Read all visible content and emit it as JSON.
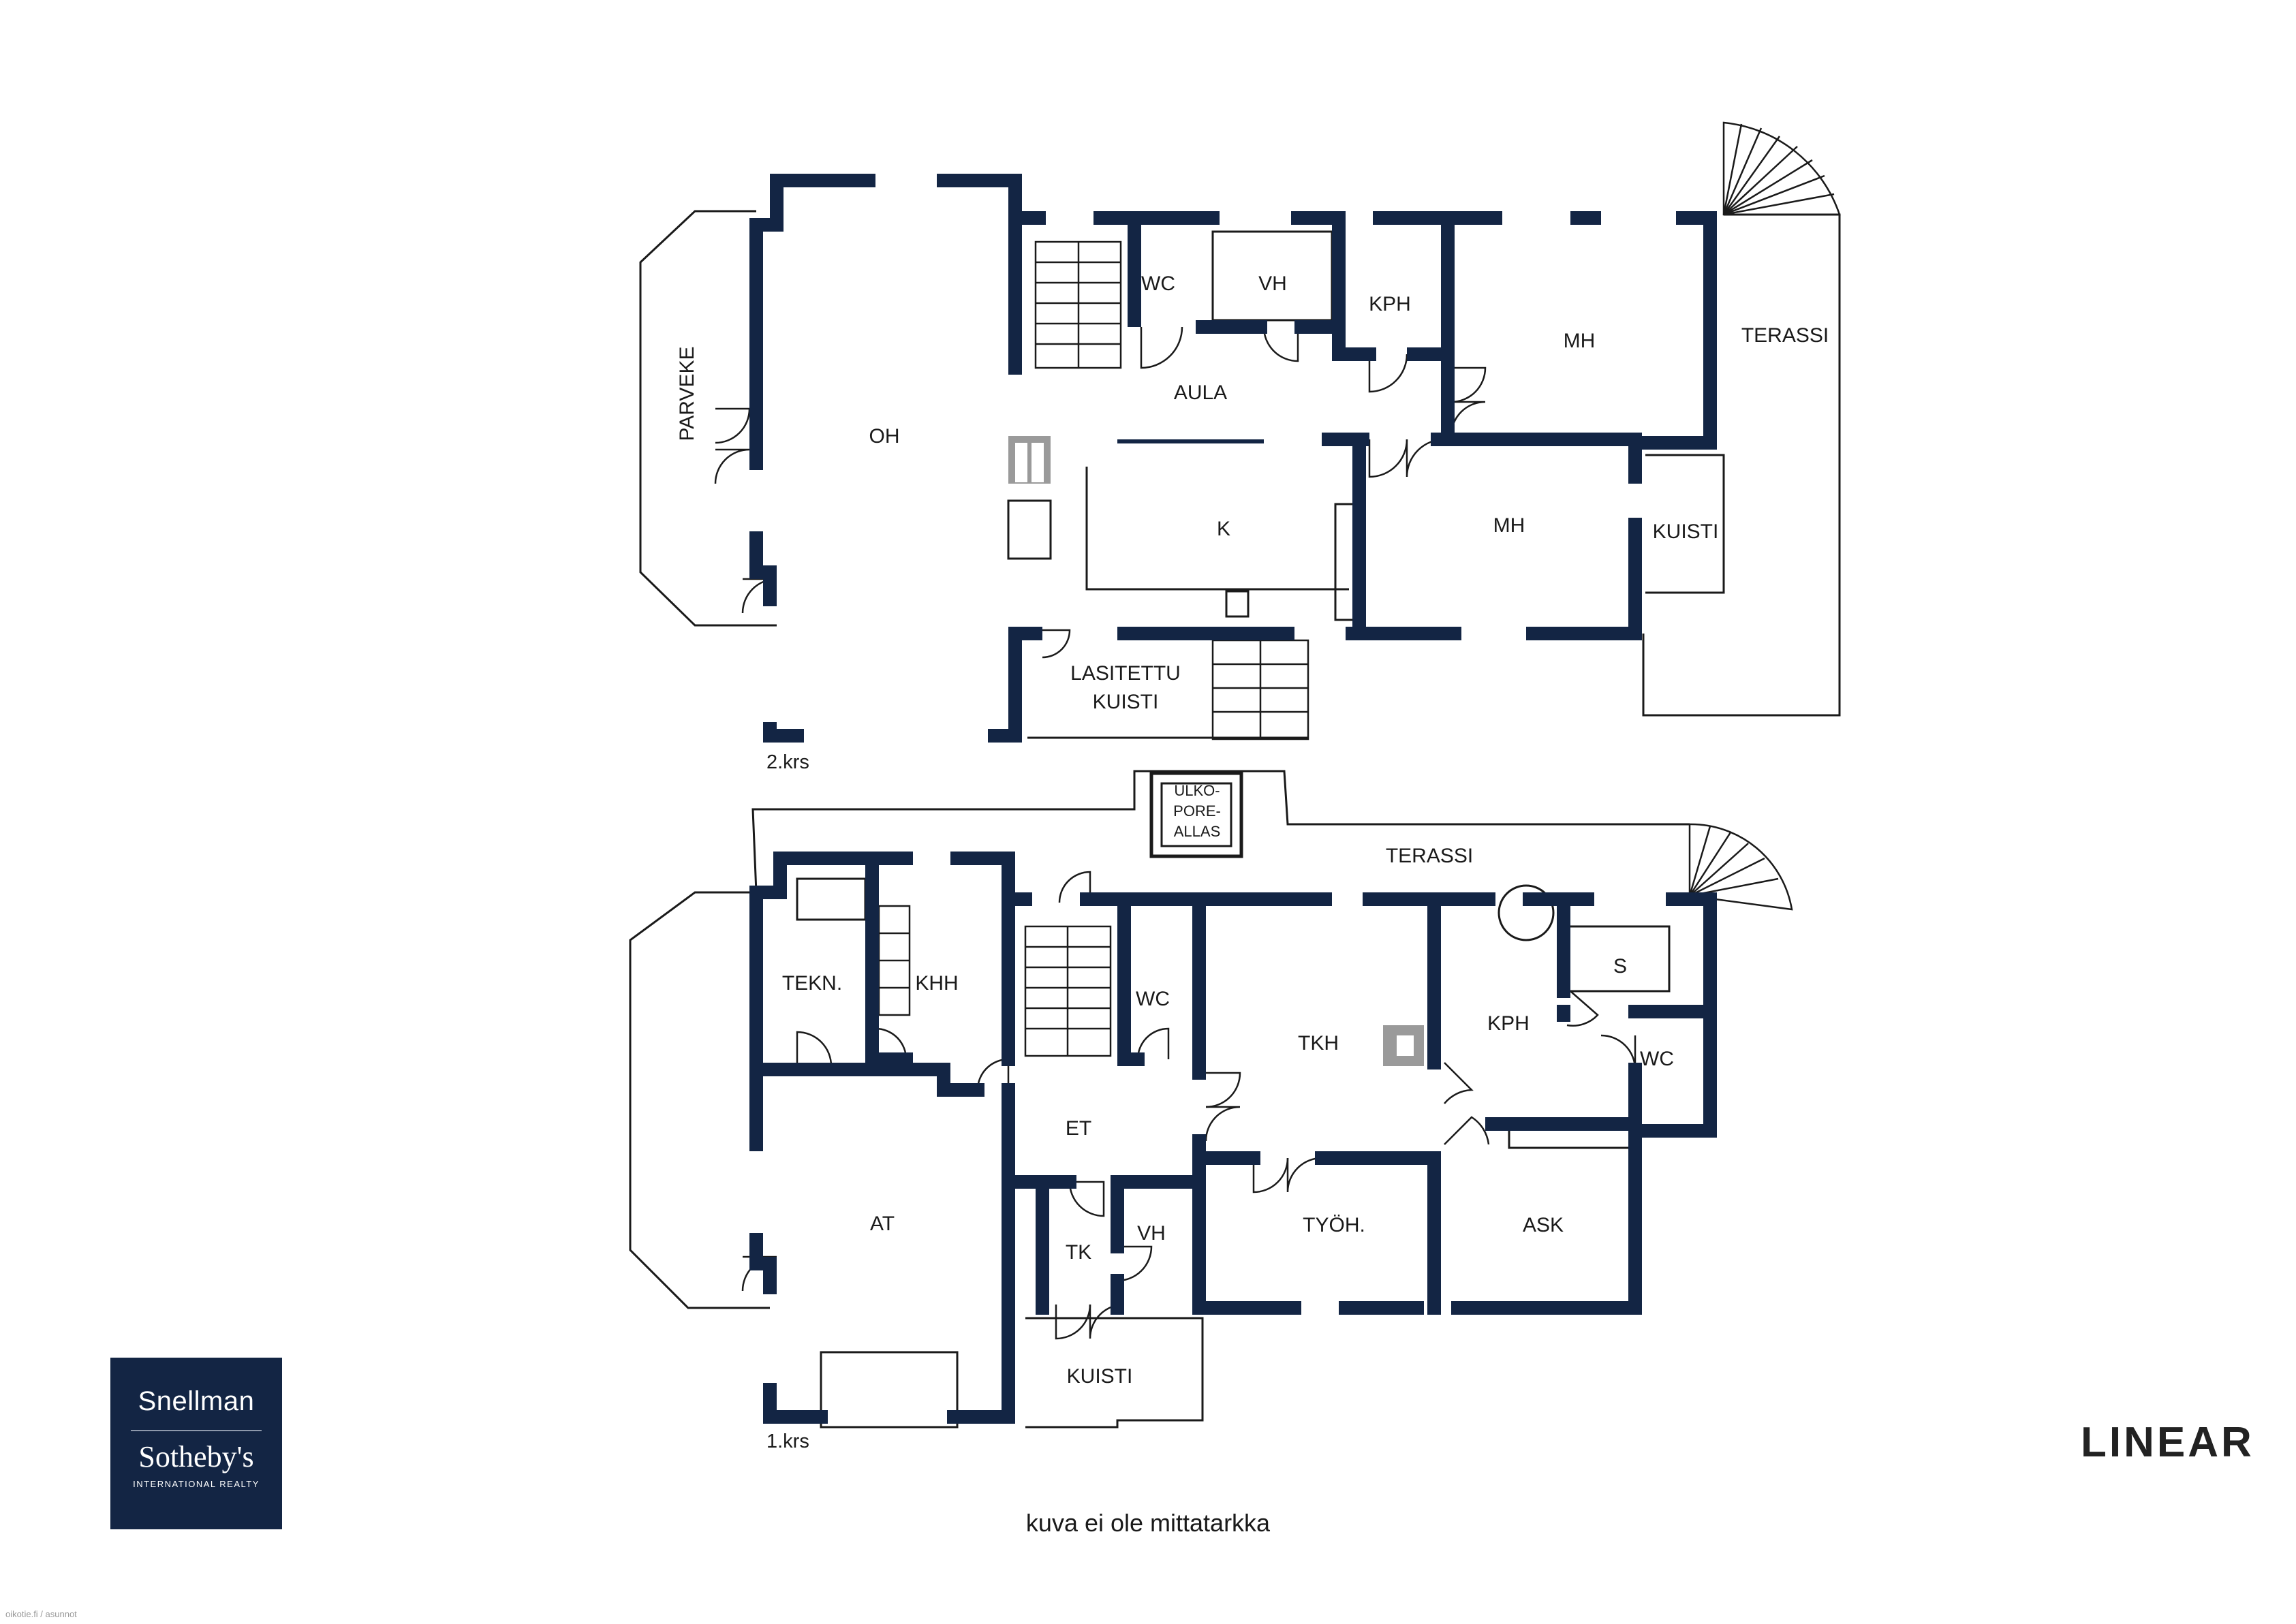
{
  "floors": [
    {
      "label": "2.krs",
      "rooms": [
        {
          "id": "parveke",
          "label": "PARVEKE"
        },
        {
          "id": "oh",
          "label": "OH"
        },
        {
          "id": "wc",
          "label": "WC"
        },
        {
          "id": "vh",
          "label": "VH"
        },
        {
          "id": "kph",
          "label": "KPH"
        },
        {
          "id": "mh1",
          "label": "MH"
        },
        {
          "id": "terassi",
          "label": "TERASSI"
        },
        {
          "id": "aula",
          "label": "AULA"
        },
        {
          "id": "k",
          "label": "K"
        },
        {
          "id": "mh2",
          "label": "MH"
        },
        {
          "id": "kuisti",
          "label": "KUISTI"
        },
        {
          "id": "lasitettu_1",
          "label": "LASITETTU"
        },
        {
          "id": "lasitettu_2",
          "label": "KUISTI"
        }
      ]
    },
    {
      "label": "1.krs",
      "rooms": [
        {
          "id": "ulko_1",
          "label": "ULKO-"
        },
        {
          "id": "ulko_2",
          "label": "PORE-"
        },
        {
          "id": "ulko_3",
          "label": "ALLAS"
        },
        {
          "id": "terassi",
          "label": "TERASSI"
        },
        {
          "id": "tekn",
          "label": "TEKN."
        },
        {
          "id": "khh",
          "label": "KHH"
        },
        {
          "id": "wc1",
          "label": "WC"
        },
        {
          "id": "tkh",
          "label": "TKH"
        },
        {
          "id": "kph",
          "label": "KPH"
        },
        {
          "id": "s",
          "label": "S"
        },
        {
          "id": "wc2",
          "label": "WC"
        },
        {
          "id": "et",
          "label": "ET"
        },
        {
          "id": "at",
          "label": "AT"
        },
        {
          "id": "tk",
          "label": "TK"
        },
        {
          "id": "vh",
          "label": "VH"
        },
        {
          "id": "tyoh",
          "label": "TYÖH."
        },
        {
          "id": "ask",
          "label": "ASK"
        },
        {
          "id": "kuisti",
          "label": "KUISTI"
        }
      ]
    }
  ],
  "branding": {
    "left_logo": {
      "line1": "Snellman",
      "line2": "Sotheby's",
      "line3": "INTERNATIONAL REALTY"
    },
    "right_logo": "LINEAR"
  },
  "caption": "kuva ei ole mittatarkka",
  "credit": "oikotie.fi / asunnot",
  "colors": {
    "wall": "#132544",
    "line": "#1a1a1a",
    "fixture": "#9a9a9a"
  }
}
